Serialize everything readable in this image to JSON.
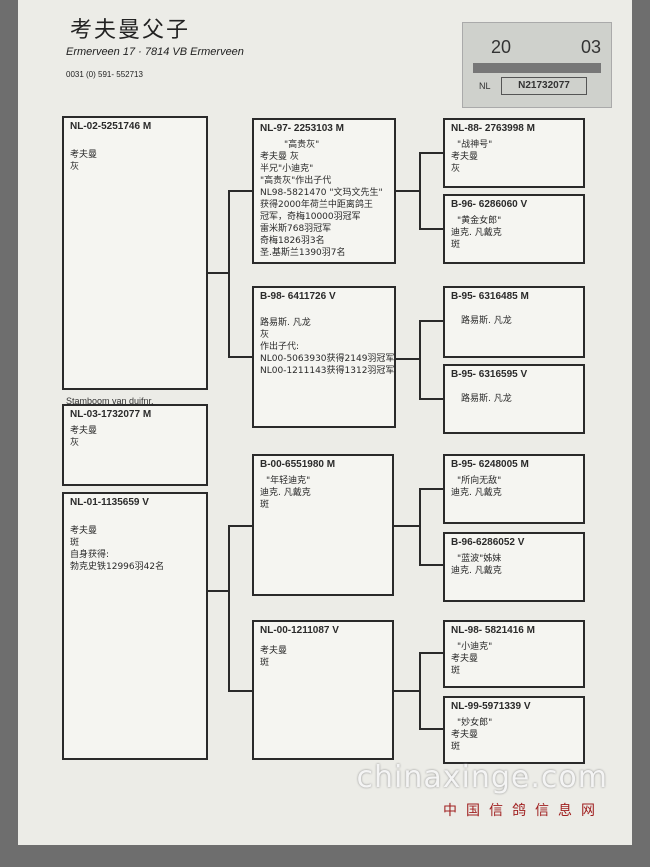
{
  "header": {
    "title": "考夫曼父子",
    "address": "Ermerveen 17 · 7814 VB Ermerveen",
    "phone": "0031 (0) 591- 552713"
  },
  "stamp": {
    "year_left": "20",
    "year_right": "03",
    "prefix": "NL",
    "ring": "N21732077"
  },
  "caption": "Stamboom van duifnr.",
  "subject": {
    "id": "NL-03-1732077 M",
    "lines": [
      "考夫曼",
      "灰"
    ]
  },
  "sire": {
    "id": "NL-02-5251746 M",
    "lines": [
      "考夫曼",
      "灰"
    ]
  },
  "dam": {
    "id": "NL-01-1135659 V",
    "lines": [
      "考夫曼",
      "斑",
      "自身获得:",
      "勃克史铁12996羽42名"
    ]
  },
  "gs1": {
    "id": "NL-97- 2253103 M",
    "lines": [
      "\"高贵灰\"",
      "考夫曼 灰",
      "半兄\"小迪克\"",
      "\"高贵灰\"作出子代",
      "NL98-5821470 \"文玛文先生\"",
      "获得2000年荷兰中距离鸽王",
      "冠军，奇梅10000羽冠军",
      "雷米斯768羽冠军",
      "奇梅1826羽3名",
      "圣.基斯兰1390羽7名"
    ]
  },
  "gd1": {
    "id": "B-98- 6411726 V",
    "lines": [
      "路易斯. 凡龙",
      "灰",
      "作出子代:",
      "NL00-5063930获得2149羽冠军",
      "NL00-1211143获得1312羽冠军"
    ]
  },
  "gs2": {
    "id": "B-00-6551980 M",
    "lines": [
      "\"年轻迪克\"",
      "迪克. 凡戴克",
      "斑"
    ]
  },
  "gd2": {
    "id": "NL-00-1211087 V",
    "lines": [
      "考夫曼",
      "斑"
    ]
  },
  "g1": {
    "id": "NL-88- 2763998 M",
    "lines": [
      "\"战神号\"",
      "考夫曼",
      "灰"
    ]
  },
  "g2": {
    "id": "B-96- 6286060 V",
    "lines": [
      "\"黄金女郎\"",
      "迪克. 凡戴克",
      "斑"
    ]
  },
  "g3": {
    "id": "B-95- 6316485 M",
    "lines": [
      "路易斯. 凡龙"
    ]
  },
  "g4": {
    "id": "B-95- 6316595 V",
    "lines": [
      "路易斯. 凡龙"
    ]
  },
  "g5": {
    "id": "B-95- 6248005 M",
    "lines": [
      "\"所向无敌\"",
      "迪克. 凡戴克"
    ]
  },
  "g6": {
    "id": "B-96-6286052 V",
    "lines": [
      "\"蓝波\"姊妹",
      "迪克. 凡戴克"
    ]
  },
  "g7": {
    "id": "NL-98- 5821416 M",
    "lines": [
      "\"小迪克\"",
      "考夫曼",
      "斑"
    ]
  },
  "g8": {
    "id": "NL-99-5971339 V",
    "lines": [
      "\"妙女郎\"",
      "考夫曼",
      "斑"
    ]
  },
  "watermark": {
    "text": "chinaxinge.com",
    "sub": "中国信鸽信息网"
  }
}
